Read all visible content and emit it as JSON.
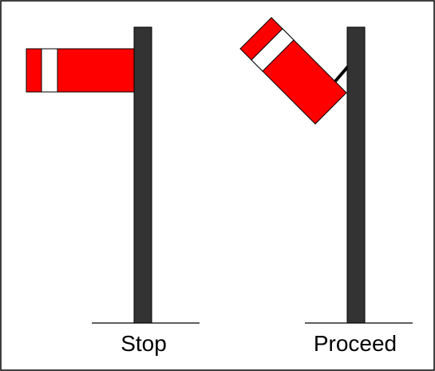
{
  "signals": [
    {
      "caption": "Stop",
      "arm_state": "horizontal"
    },
    {
      "caption": "Proceed",
      "arm_state": "raised"
    }
  ],
  "colors": {
    "frame": "#000000",
    "post": "#333333",
    "arm": "#ff0000",
    "stripe": "#ffffff",
    "outline": "#000000",
    "background": "#ffffff"
  }
}
